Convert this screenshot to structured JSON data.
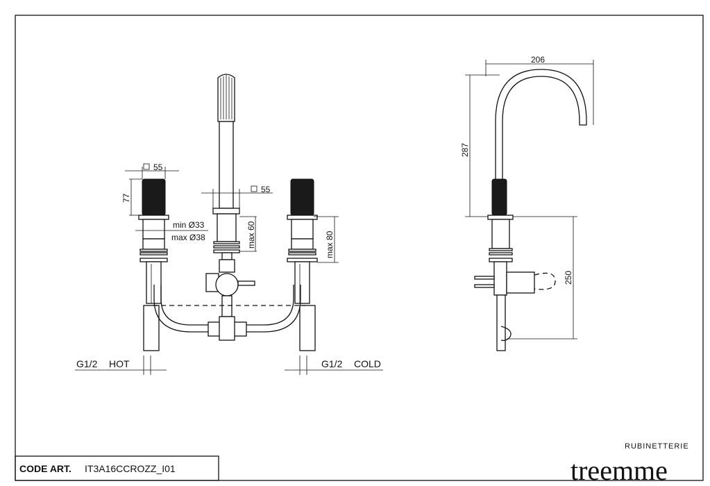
{
  "dimensions": {
    "handle_width_left": "55",
    "handle_height": "77",
    "hole_min": "min Ø33",
    "hole_max": "max Ø38",
    "shower_width": "55",
    "max_60": "max 60",
    "max_80": "max 80",
    "spout_reach": "206",
    "spout_height": "287",
    "body_height": "250"
  },
  "connections": {
    "hot_size": "G1/2",
    "hot_label": "HOT",
    "cold_size": "G1/2",
    "cold_label": "COLD"
  },
  "title_block": {
    "code_label": "CODE ART.",
    "code_value": "IT3A16CCROZZ_I01"
  },
  "logo": {
    "brand": "treemme",
    "subtitle": "RUBINETTERIE"
  }
}
